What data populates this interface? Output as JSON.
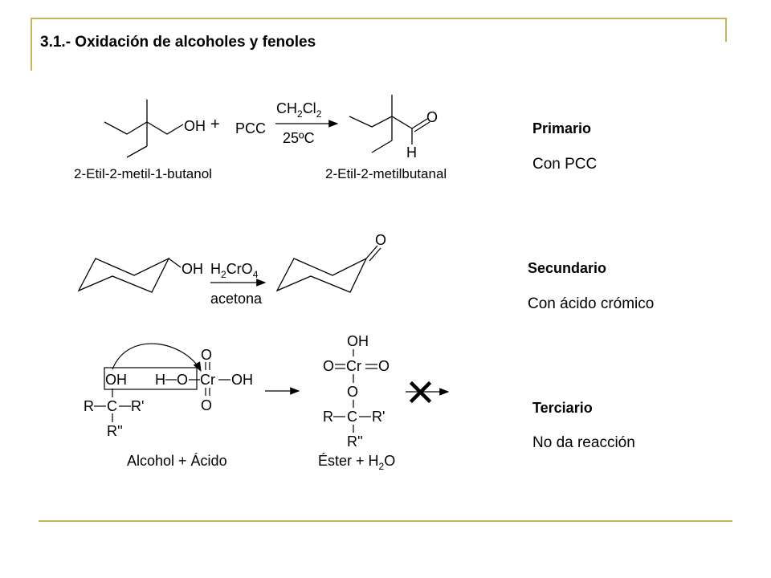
{
  "title": "3.1.- Oxidación de alcoholes y fenoles",
  "rows": [
    {
      "reactant_name": "2-Etil-2-metil-1-butanol",
      "reactant_group": "OH",
      "plus": "+",
      "reagent": "PCC",
      "solvent": "CH",
      "solvent_sub1": "2",
      "solvent_mid": "Cl",
      "solvent_sub2": "2",
      "condition": "25ºC",
      "product_O": "O",
      "product_H": "H",
      "product_name": "2-Etil-2-metilbutanal",
      "class_title": "Primario",
      "class_desc": "Con PCC"
    },
    {
      "reactant_group": "OH",
      "reagent_pre": "H",
      "reagent_sub1": "2",
      "reagent_mid": "CrO",
      "reagent_sub2": "4",
      "solvent": "acetona",
      "product_O": "O",
      "class_title": "Secundario",
      "class_desc": "Con ácido crómico"
    },
    {
      "alc_OH": "OH",
      "alc_R": "R",
      "alc_C": "C",
      "alc_R1": "R'",
      "alc_R2": "R''",
      "acid_H": "H",
      "acid_O": "O",
      "acid_Cr": "Cr",
      "acid_OH": "OH",
      "acid_Otop": "O",
      "acid_Obot": "O",
      "ester_OH": "OH",
      "ester_O_left": "O",
      "ester_Cr": "Cr",
      "ester_O_right": "O",
      "ester_O_link": "O",
      "ester_R": "R",
      "ester_C": "C",
      "ester_R1": "R'",
      "ester_R2": "R''",
      "left_caption": "Alcohol + Ácido",
      "right_caption_pre": "Éster + H",
      "right_caption_sub": "2",
      "right_caption_post": "O",
      "class_title": "Terciario",
      "class_desc": "No da reacción"
    }
  ]
}
